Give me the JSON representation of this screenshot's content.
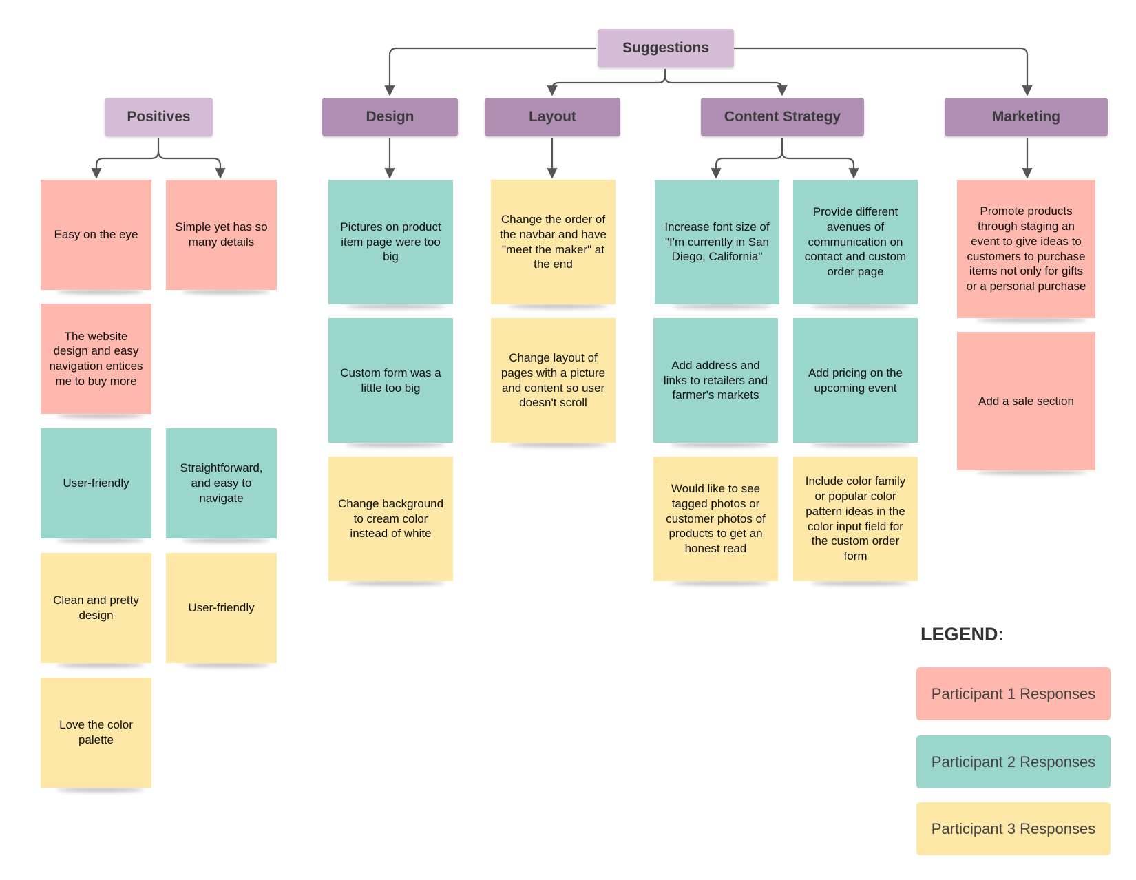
{
  "colors": {
    "participant_1": "#ffb8ad",
    "participant_2": "#9ad6cc",
    "participant_3": "#fde8a8",
    "header": "#b18fb5",
    "header_light": "#d4bcd6",
    "connector": "#555555"
  },
  "root": {
    "label": "Suggestions"
  },
  "positives": {
    "label": "Positives",
    "notes": [
      {
        "text": "Easy on the eye",
        "participant": 1
      },
      {
        "text": "Simple yet has so many details",
        "participant": 1
      },
      {
        "text": "The website design and easy navigation entices me to buy more",
        "participant": 1
      },
      {
        "text": "User-friendly",
        "participant": 2
      },
      {
        "text": "Straightforward, and easy to navigate",
        "participant": 2
      },
      {
        "text": "Clean and pretty design",
        "participant": 3
      },
      {
        "text": "User-friendly",
        "participant": 3
      },
      {
        "text": "Love the color palette",
        "participant": 3
      }
    ]
  },
  "design": {
    "label": "Design",
    "notes": [
      {
        "text": "Pictures on product item page were too big",
        "participant": 2
      },
      {
        "text": "Custom form was a little too big",
        "participant": 2
      },
      {
        "text": "Change background to cream color instead of white",
        "participant": 3
      }
    ]
  },
  "layout": {
    "label": "Layout",
    "notes": [
      {
        "text": "Change the order of the navbar and have \"meet the maker\" at the end",
        "participant": 3
      },
      {
        "text": "Change layout of pages with a picture and content so user doesn't scroll",
        "participant": 3
      }
    ]
  },
  "content_strategy": {
    "label": "Content Strategy",
    "notes": [
      {
        "text": "Increase font size of \"I'm currently in San Diego, California\"",
        "participant": 2
      },
      {
        "text": "Provide different avenues of communication on contact and custom order page",
        "participant": 2
      },
      {
        "text": "Add address and links to retailers and farmer's markets",
        "participant": 2
      },
      {
        "text": "Add pricing on the upcoming event",
        "participant": 2
      },
      {
        "text": "Would like to see tagged photos or customer photos of products to get an honest read",
        "participant": 3
      },
      {
        "text": "Include color family or popular color pattern ideas in the color input field for the custom order form",
        "participant": 3
      }
    ]
  },
  "marketing": {
    "label": "Marketing",
    "notes": [
      {
        "text": "Promote products through staging an event to give ideas to customers to purchase items not only for gifts or a personal purchase",
        "participant": 1
      },
      {
        "text": "Add a sale section",
        "participant": 1
      }
    ]
  },
  "legend": {
    "title": "LEGEND:",
    "items": [
      "Participant 1 Responses",
      "Participant 2 Responses",
      "Participant 3 Responses"
    ]
  }
}
